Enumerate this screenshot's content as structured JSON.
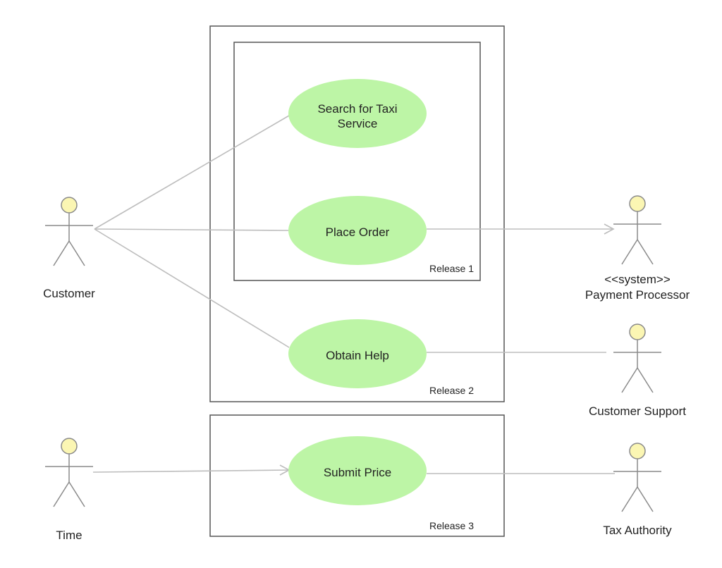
{
  "use_cases": {
    "search": {
      "line1": "Search for Taxi",
      "line2": "Service"
    },
    "place_order": {
      "label": "Place Order"
    },
    "obtain_help": {
      "label": "Obtain Help"
    },
    "submit_price": {
      "label": "Submit Price"
    }
  },
  "releases": {
    "r1": "Release 1",
    "r2": "Release 2",
    "r3": "Release 3"
  },
  "actors": {
    "customer": {
      "label": "Customer"
    },
    "payment_processor": {
      "stereotype": "<<system>>",
      "label": "Payment Processor"
    },
    "customer_support": {
      "label": "Customer Support"
    },
    "time": {
      "label": "Time"
    },
    "tax_authority": {
      "label": "Tax Authority"
    }
  },
  "colors": {
    "use_case_fill": "#bdf5a6",
    "actor_head_fill": "#fbf6b3",
    "connector": "#bdbdbd",
    "boundary": "#555555"
  }
}
